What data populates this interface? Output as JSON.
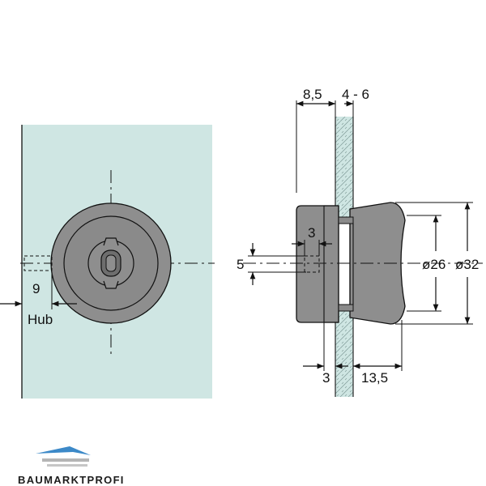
{
  "colors": {
    "glass": "#cfe6e3",
    "lock_body": "#8e8e8e",
    "lock_dark": "#6e6e6e",
    "line": "#111111",
    "brand": "#3c89c8"
  },
  "front_view": {
    "dim_travel": "9",
    "travel_label": "Hub"
  },
  "side_view": {
    "dim_top_left": "8,5",
    "dim_top_right": "4 - 6",
    "dim_bolt_height": "5",
    "dim_bolt_width": "3",
    "dim_inner_diameter": "ø26",
    "dim_outer_diameter": "ø32",
    "dim_bottom_left": "3",
    "dim_bottom_right": "13,5"
  },
  "logo": {
    "text": "BAUMARKTPROFI"
  }
}
